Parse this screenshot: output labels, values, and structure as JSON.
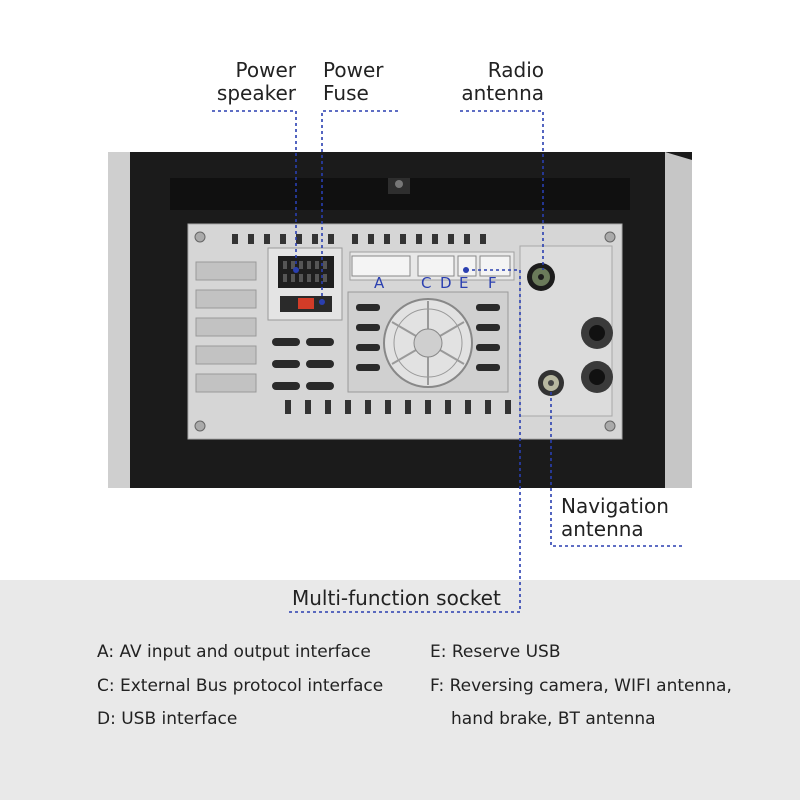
{
  "callouts": {
    "power_speaker": [
      "Power",
      "speaker"
    ],
    "power_fuse": [
      "Power",
      "Fuse"
    ],
    "radio_antenna": [
      "Radio",
      "antenna"
    ],
    "navigation_antenna": [
      "Navigation",
      "antenna"
    ],
    "multi_function_socket": "Multi-function socket"
  },
  "port_letters": [
    "A",
    "C",
    "D",
    "E",
    "F"
  ],
  "legend": {
    "left": [
      "A: AV input and output interface",
      "C: External Bus protocol interface",
      "D: USB interface"
    ],
    "right": [
      "E: Reserve USB",
      "F: Reversing camera, WIFI antenna,",
      "hand brake, BT antenna"
    ]
  },
  "colors": {
    "callout_line": "#2a3fb0",
    "frame": "#1b1b1b",
    "side_panel": "#c8c8c8",
    "chassis": "#d6d6d6",
    "bottom_band": "#e9e9e9",
    "fuse": "#d23c28"
  }
}
